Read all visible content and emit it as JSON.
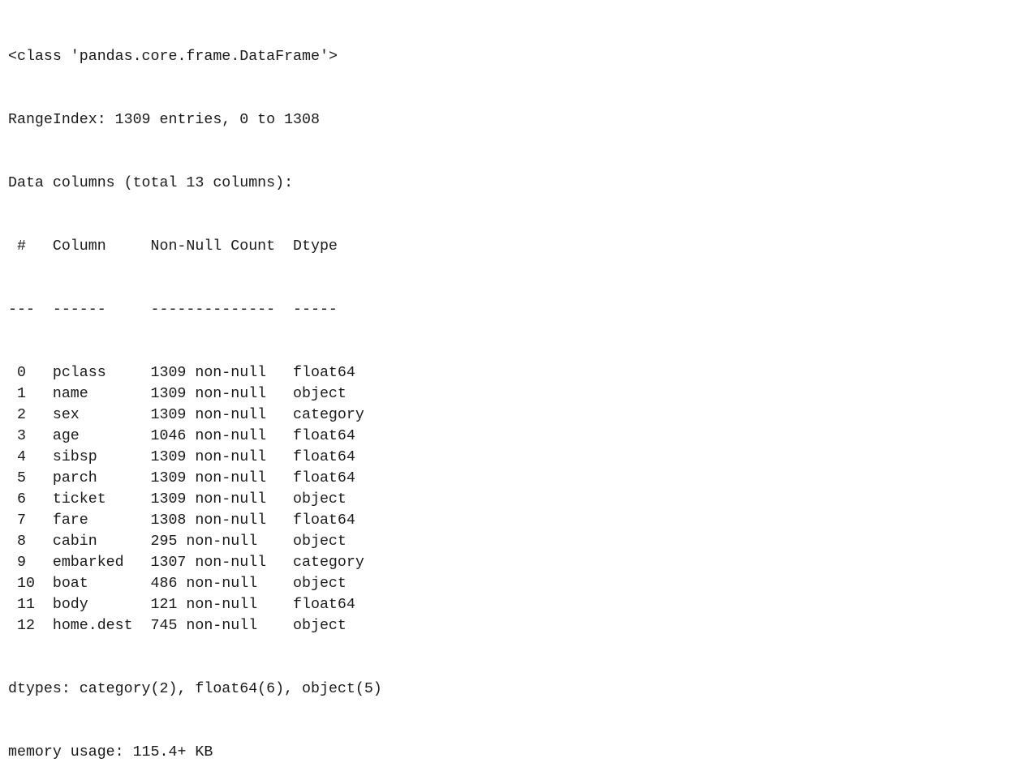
{
  "header": {
    "class_line": "<class 'pandas.core.frame.DataFrame'>",
    "range_index": "RangeIndex: 1309 entries, 0 to 1308",
    "data_columns": "Data columns (total 13 columns):"
  },
  "table": {
    "headers": [
      " #",
      "Column",
      "Non-Null Count",
      "Dtype"
    ],
    "separators": [
      "---",
      "------",
      "--------------",
      "-----"
    ],
    "rows": [
      {
        "idx": " 0",
        "column": "pclass",
        "count": "1309 non-null",
        "dtype": "float64"
      },
      {
        "idx": " 1",
        "column": "name",
        "count": "1309 non-null",
        "dtype": "object"
      },
      {
        "idx": " 2",
        "column": "sex",
        "count": "1309 non-null",
        "dtype": "category"
      },
      {
        "idx": " 3",
        "column": "age",
        "count": "1046 non-null",
        "dtype": "float64"
      },
      {
        "idx": " 4",
        "column": "sibsp",
        "count": "1309 non-null",
        "dtype": "float64"
      },
      {
        "idx": " 5",
        "column": "parch",
        "count": "1309 non-null",
        "dtype": "float64"
      },
      {
        "idx": " 6",
        "column": "ticket",
        "count": "1309 non-null",
        "dtype": "object"
      },
      {
        "idx": " 7",
        "column": "fare",
        "count": "1308 non-null",
        "dtype": "float64"
      },
      {
        "idx": " 8",
        "column": "cabin",
        "count": "295 non-null",
        "dtype": "object"
      },
      {
        "idx": " 9",
        "column": "embarked",
        "count": "1307 non-null",
        "dtype": "category"
      },
      {
        "idx": " 10",
        "column": "boat",
        "count": "486 non-null",
        "dtype": "object"
      },
      {
        "idx": " 11",
        "column": "body",
        "count": "121 non-null",
        "dtype": "float64"
      },
      {
        "idx": " 12",
        "column": "home.dest",
        "count": "745 non-null",
        "dtype": "object"
      }
    ]
  },
  "footer": {
    "dtypes": "dtypes: category(2), float64(6), object(5)",
    "memory": "memory usage: 115.4+ KB"
  }
}
